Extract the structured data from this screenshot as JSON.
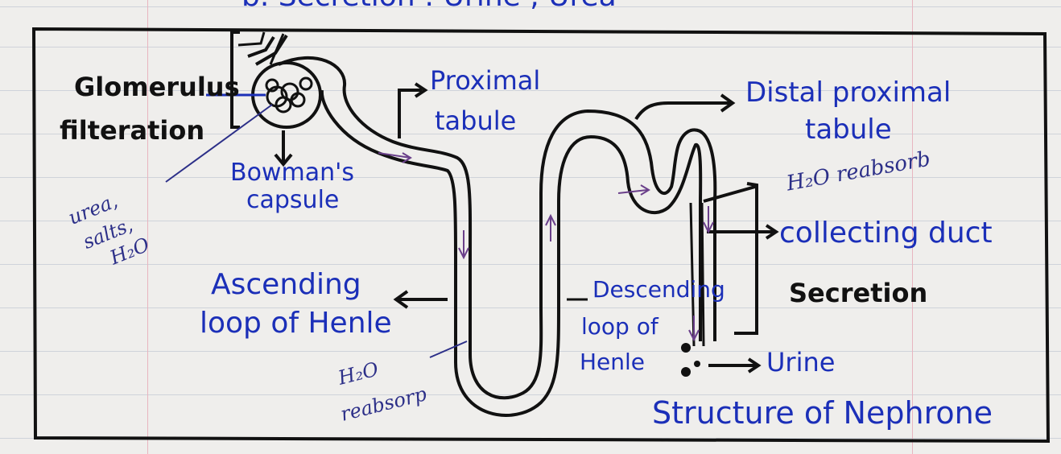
{
  "header_partial": "b. Secretion : Urine , Urea",
  "labels": {
    "glomerulus": "Glomerulus",
    "filteration": "filteration",
    "bowmans_capsule_1": "Bowman's",
    "bowmans_capsule_2": "capsule",
    "proximal_tubule_1": "Proximal",
    "proximal_tubule_2": "tabule",
    "distal_tubule_1": "Distal proximal",
    "distal_tubule_2": "tabule",
    "h2o_reabsorb_right": "H₂O reabsorb",
    "collecting_duct": "collecting duct",
    "secretion": "Secretion",
    "descending_1": "Descending",
    "descending_2": "loop of",
    "descending_3": "Henle",
    "urine": "Urine",
    "ascending_1": "Ascending",
    "ascending_2": "loop of Henle",
    "h2o_reabsorb_bottom_1": "H₂O",
    "h2o_reabsorb_bottom_2": "reabsorp",
    "urea_salts_1": "urea,",
    "urea_salts_2": "salts,",
    "urea_salts_3": "H₂O",
    "title": "Structure of Nephrone"
  },
  "colors": {
    "ink_black": "#111111",
    "ink_blue": "#1b2fb8",
    "ink_purple": "#6a3f8a",
    "paper": "#efeeec",
    "ruled_line": "#cfd3da"
  }
}
